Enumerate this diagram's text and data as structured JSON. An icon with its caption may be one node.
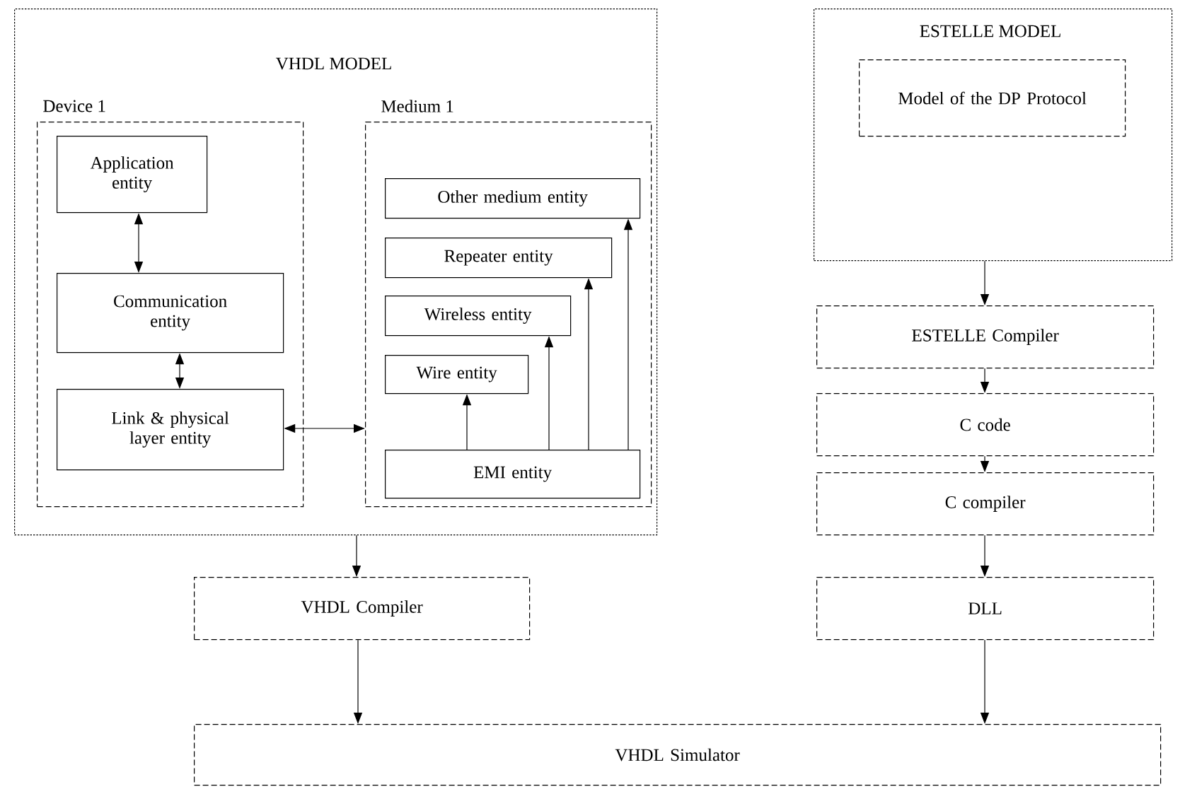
{
  "diagram": {
    "nodes": [
      {
        "text": [
          "VHDL MODEL"
        ]
      },
      {
        "text": [
          "Device 1"
        ],
        "in": 0
      },
      {
        "text": [
          "Application entity"
        ],
        "in": 1
      },
      {
        "text": [
          "Communication entity"
        ],
        "in": 1
      },
      {
        "text": [
          "Link & physical layer entity"
        ],
        "in": 1
      },
      {
        "text": [
          "Medium 1"
        ],
        "in": 0
      },
      {
        "text": [
          "Other medium entity"
        ],
        "in": 5
      },
      {
        "text": [
          "Repeater entity"
        ],
        "in": 5
      },
      {
        "text": [
          "Wireless entity"
        ],
        "in": 5
      },
      {
        "text": [
          "Wire entity"
        ],
        "in": 5
      },
      {
        "text": [
          "EMI entity"
        ],
        "in": 5
      },
      {
        "text": [
          "ESTELLE MODEL"
        ]
      },
      {
        "text": [
          "Model of the DP Protocol"
        ],
        "in": 11
      },
      {
        "text": [
          "ESTELLE Compiler"
        ]
      },
      {
        "text": [
          "C code"
        ]
      },
      {
        "text": [
          "C compiler"
        ]
      },
      {
        "text": [
          "VHDL Compiler"
        ]
      },
      {
        "text": [
          "DLL"
        ]
      },
      {
        "text": [
          "VHDL Simulator"
        ]
      }
    ],
    "edges": [
      {
        "from": 2,
        "to": 3,
        "arrow": "both"
      },
      {
        "from": 3,
        "to": 4,
        "arrow": "both"
      },
      {
        "from": 4,
        "to": 5,
        "arrow": "both"
      },
      {
        "from": 10,
        "to": 9,
        "arrow": "to"
      },
      {
        "from": 10,
        "to": 8,
        "arrow": "to"
      },
      {
        "from": 10,
        "to": 7,
        "arrow": "to"
      },
      {
        "from": 10,
        "to": 6,
        "arrow": "to"
      },
      {
        "from": 0,
        "to": 16,
        "arrow": "to"
      },
      {
        "from": 16,
        "to": 18,
        "arrow": "to"
      },
      {
        "from": 11,
        "to": 13,
        "arrow": "to"
      },
      {
        "from": 13,
        "to": 14,
        "arrow": "to"
      },
      {
        "from": 14,
        "to": 15,
        "arrow": "to"
      },
      {
        "from": 15,
        "to": 17,
        "arrow": "to"
      },
      {
        "from": 17,
        "to": 18,
        "arrow": "to"
      }
    ]
  }
}
